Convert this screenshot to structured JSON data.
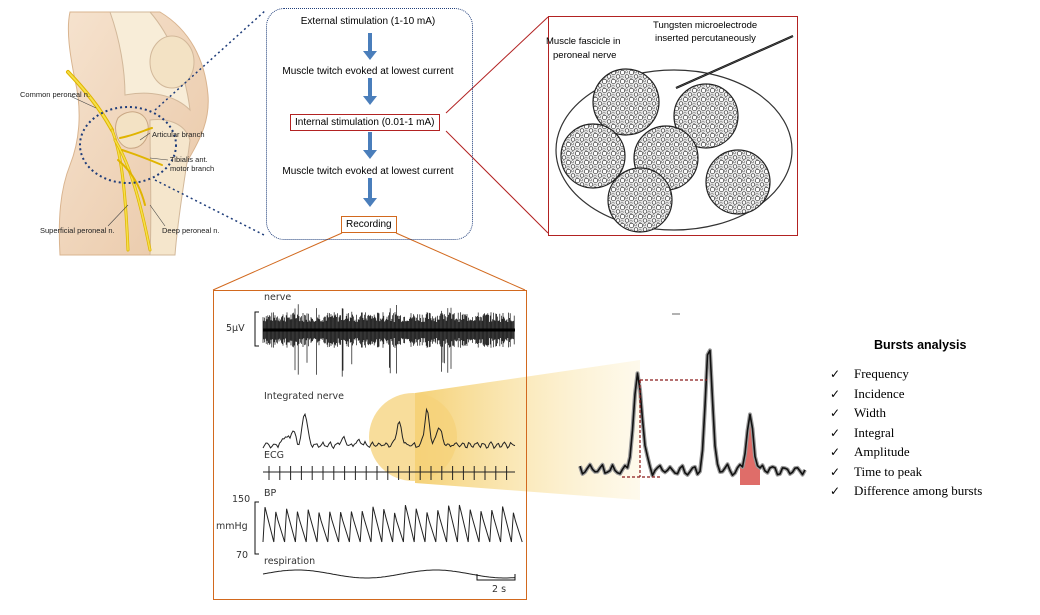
{
  "anatomy": {
    "labels": {
      "common_peroneal": "Common peroneal n.",
      "articular": "Articular branch",
      "tibialis_1": "Tibialis ant.",
      "tibialis_2": "motor branch",
      "superficial": "Superficial peroneal n.",
      "deep": "Deep peroneal n."
    }
  },
  "flow": {
    "steps": [
      "External stimulation (1-10 mA)",
      "Muscle twitch evoked at lowest current",
      "Internal stimulation (0.01-1 mA)",
      "Muscle twitch evoked at lowest current",
      "Recording"
    ]
  },
  "nerve_section": {
    "fascicle_label_1": "Muscle fascicle in",
    "fascicle_label_2": "peroneal nerve",
    "electrode_label_1": "Tungsten microelectrode",
    "electrode_label_2": "inserted percutaneously"
  },
  "recording": {
    "trace_labels": {
      "nerve": "nerve",
      "integrated": "Integrated nerve",
      "ecg": "ECG",
      "bp": "BP",
      "respiration": "respiration"
    },
    "scale": {
      "voltage": "5μV",
      "bp_high": "150",
      "bp_unit": "mmHg",
      "bp_low": "70",
      "time": "2 s"
    }
  },
  "analysis": {
    "title": "Bursts analysis",
    "items": [
      "Frequency",
      "Incidence",
      "Width",
      "Integral",
      "Amplitude",
      "Time to peak",
      "Difference among bursts"
    ]
  },
  "colors": {
    "flow_arrow": "#4a7ebb",
    "flow_outline": "#1f3d7a",
    "red_box": "#b22222",
    "orange_box": "#d2691e",
    "highlight": "#f5d27a",
    "burst_fill": "#d9534f",
    "nerve_yellow": "#f2d84b"
  }
}
